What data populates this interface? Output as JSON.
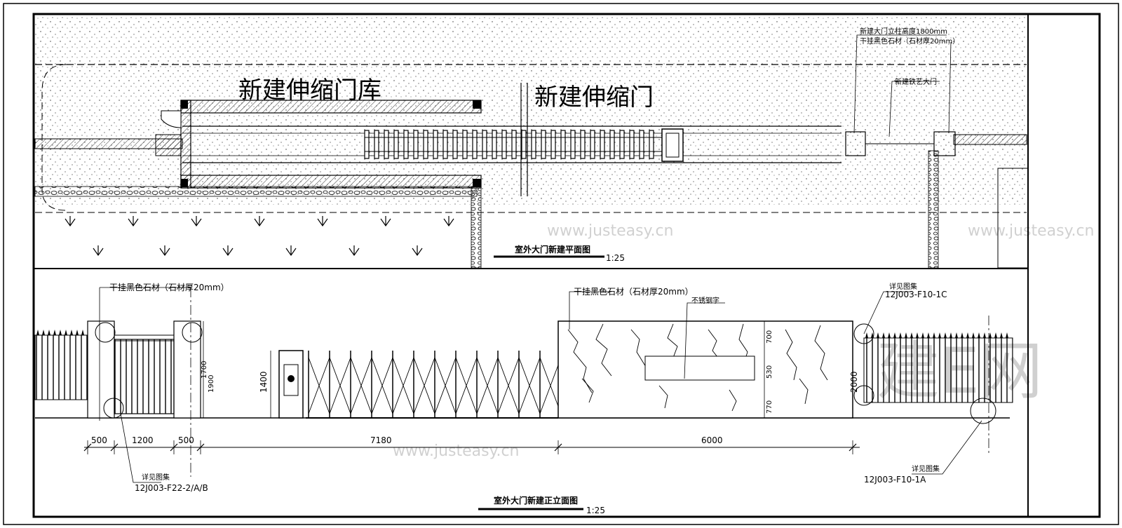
{
  "plan": {
    "label_garage": "新建伸缩门库",
    "label_gate": "新建伸缩门",
    "note_stone_top_1": "新建大门立柱高度1800mm",
    "note_stone_top_2": "干挂黑色石材（石材厚20mm）",
    "note_gate_right": "新建铁艺大门",
    "title": "室外大门新建平面图",
    "scale": "1:25"
  },
  "elevation": {
    "note_left": "干挂黑色石材（石材厚20mm）",
    "dim_left_col": "1700",
    "dim_left_col_b": "1900",
    "note_mid": "干挂黑色石材（石材厚20mm）",
    "note_sign": "不锈钢字",
    "ref_right_top_label": "详见图集",
    "ref_right_top": "12J003-F10-1C",
    "ref_left_bottom_label": "详见图集",
    "ref_left_bottom": "12J003-F22-2/A/B",
    "ref_right_bottom_label": "详见图集",
    "ref_right_bottom": "12J003-F10-1A",
    "dim_gate_h": "1400",
    "dim_wall_top": "700",
    "dim_wall_mid": "530",
    "dim_wall_bot": "770",
    "dim_fence_h": "2000",
    "dims_bottom": [
      "500",
      "1200",
      "500",
      "7180",
      "6000"
    ],
    "title": "室外大门新建正立面图",
    "scale": "1:25"
  },
  "watermark": {
    "text": "www.justeasy.cn",
    "brand": "建E网"
  }
}
